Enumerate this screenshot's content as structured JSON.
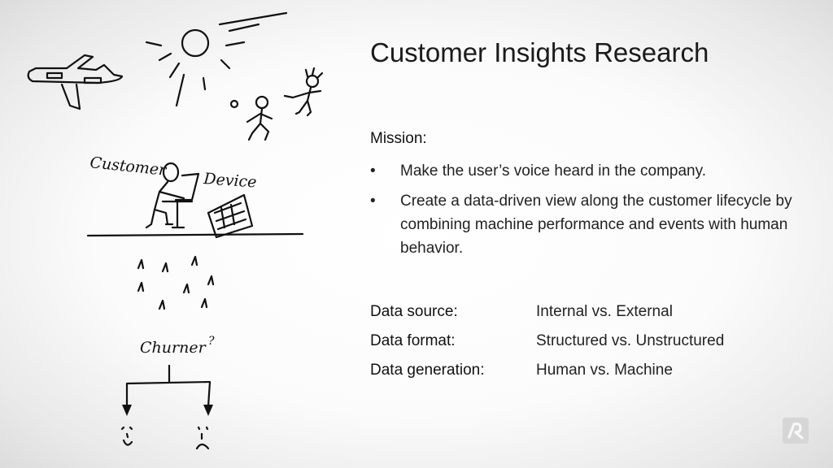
{
  "slide": {
    "title": "Customer Insights Research",
    "mission_label": "Mission:",
    "bullets": [
      "Make the user’s voice heard in the company.",
      "Create a data-driven view along the customer lifecycle by combining machine performance and events with human behavior."
    ],
    "bullet_glyph": "•",
    "facts": [
      {
        "label": "Data source:",
        "value": "Internal vs. External"
      },
      {
        "label": "Data format:",
        "value": "Structured vs. Unstructured"
      },
      {
        "label": "Data generation:",
        "value": "Human vs. Machine"
      }
    ]
  },
  "sketch": {
    "customer_label": "Customer",
    "device_label": "Device",
    "churner_label": "Churner",
    "churner_mark": "?"
  },
  "logo": {
    "icon": "company-logo-icon"
  }
}
